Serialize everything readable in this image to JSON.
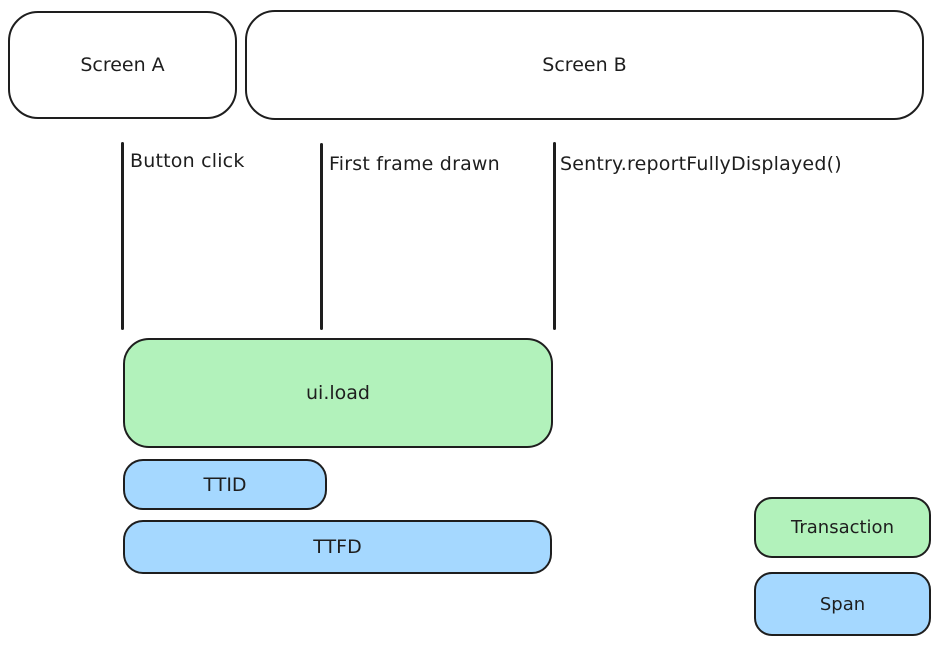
{
  "diagram": {
    "title_semantics": "screen-load-tracing-diagram",
    "colors": {
      "stroke": "#1e1e1e",
      "transaction_fill": "#b2f2bb",
      "span_fill": "#a5d8ff",
      "background": "#ffffff"
    },
    "screens": [
      {
        "label": "Screen A"
      },
      {
        "label": "Screen B"
      }
    ],
    "markers": [
      {
        "label": "Button click"
      },
      {
        "label": "First frame drawn"
      },
      {
        "label": "Sentry.reportFullyDisplayed()"
      }
    ],
    "bars": [
      {
        "label": "ui.load",
        "type": "transaction"
      },
      {
        "label": "TTID",
        "type": "span"
      },
      {
        "label": "TTFD",
        "type": "span"
      }
    ],
    "legend": [
      {
        "label": "Transaction",
        "type": "transaction"
      },
      {
        "label": "Span",
        "type": "span"
      }
    ]
  }
}
